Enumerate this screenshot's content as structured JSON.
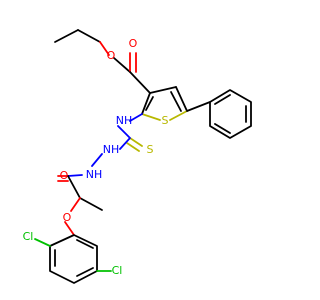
{
  "molecule": {
    "colors": {
      "carbon": "#000000",
      "oxygen": "#ff0000",
      "nitrogen": "#0000ff",
      "sulfur": "#b8b800",
      "chlorine": "#00c000"
    },
    "labels": {
      "o_carbonyl_ester": "O",
      "o_ester": "O",
      "nh_thiophene": "NH",
      "s_thiophene": "S",
      "s_thione": "S",
      "nh_hydrazine_upper": "NH",
      "nh_hydrazine_lower": "NH",
      "o_amide": "O",
      "o_ether": "O",
      "cl_ortho": "Cl",
      "cl_meta": "Cl"
    }
  }
}
